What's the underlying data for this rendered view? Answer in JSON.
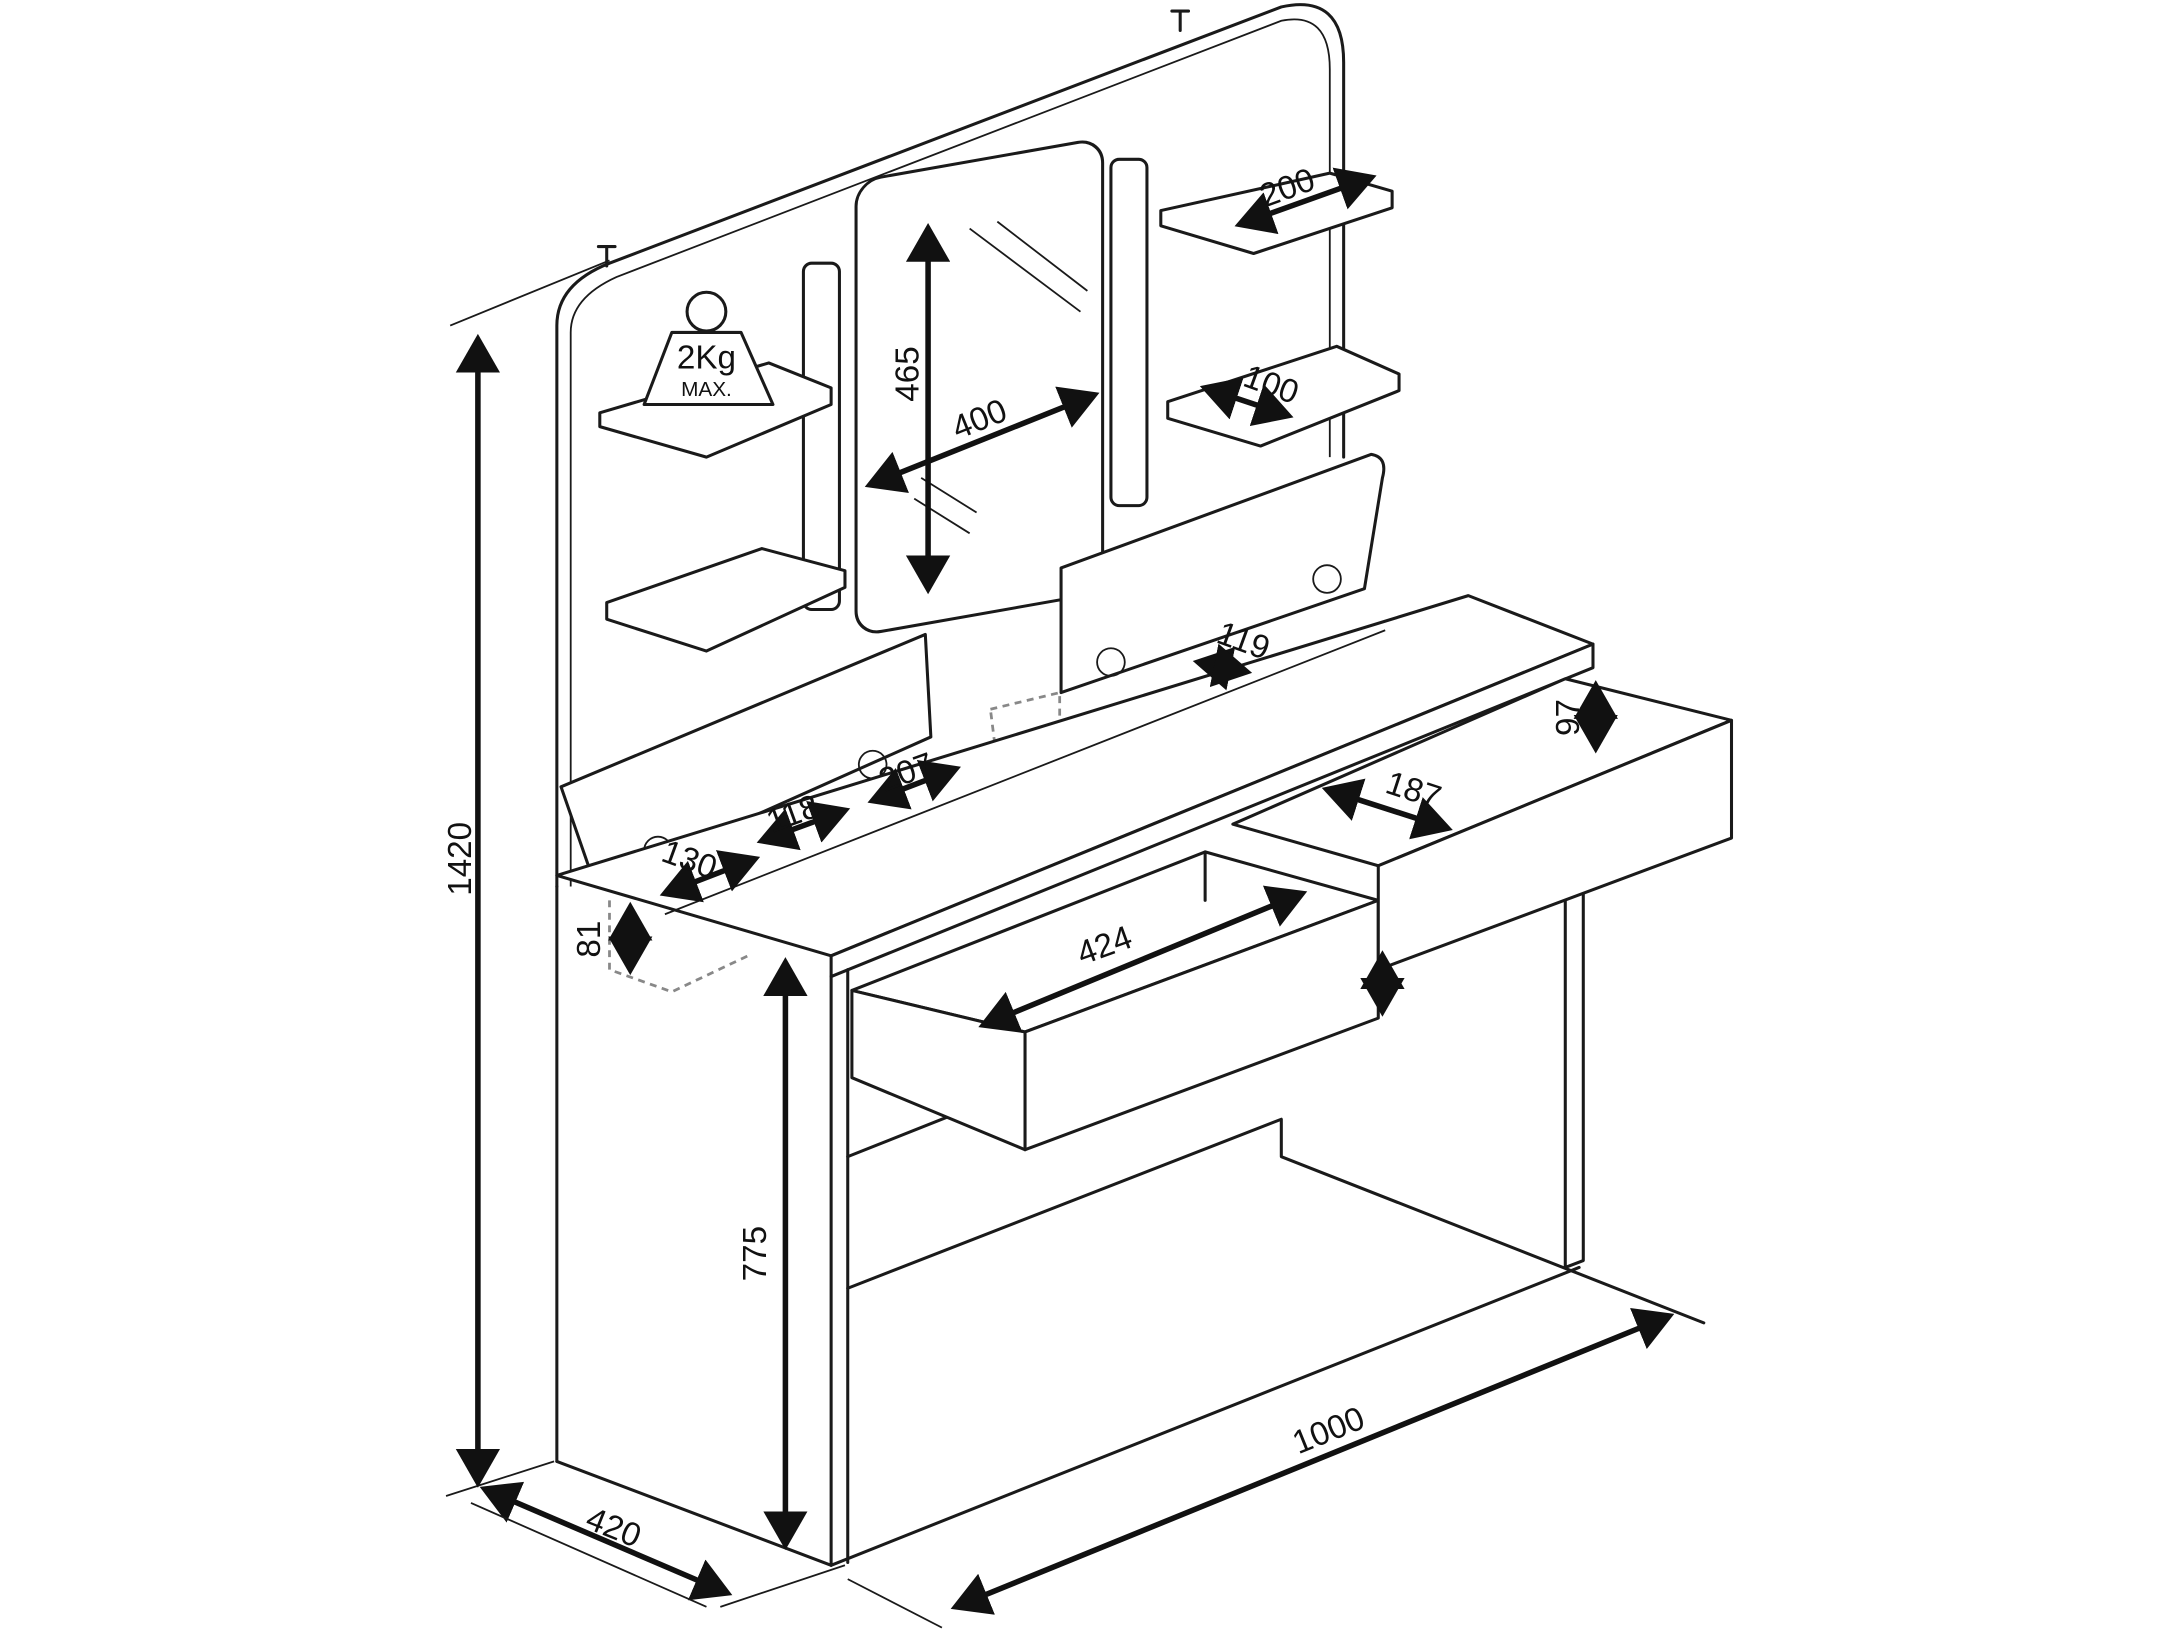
{
  "diagram": {
    "weight_badge": {
      "load": "2Kg",
      "max": "MAX."
    },
    "dimensions": {
      "shelf_width": "200",
      "shelf_depth": "100",
      "mirror_height": "465",
      "mirror_width": "400",
      "compartment_a": "119",
      "compartment_b": "207",
      "compartment_c": "118",
      "compartment_d": "130",
      "right_drawer_height": "97",
      "right_drawer_width": "187",
      "left_drawer_width": "424",
      "top_depth": "81",
      "total_height": "1420",
      "desk_height": "775",
      "total_width": "1000",
      "total_depth": "420"
    }
  }
}
